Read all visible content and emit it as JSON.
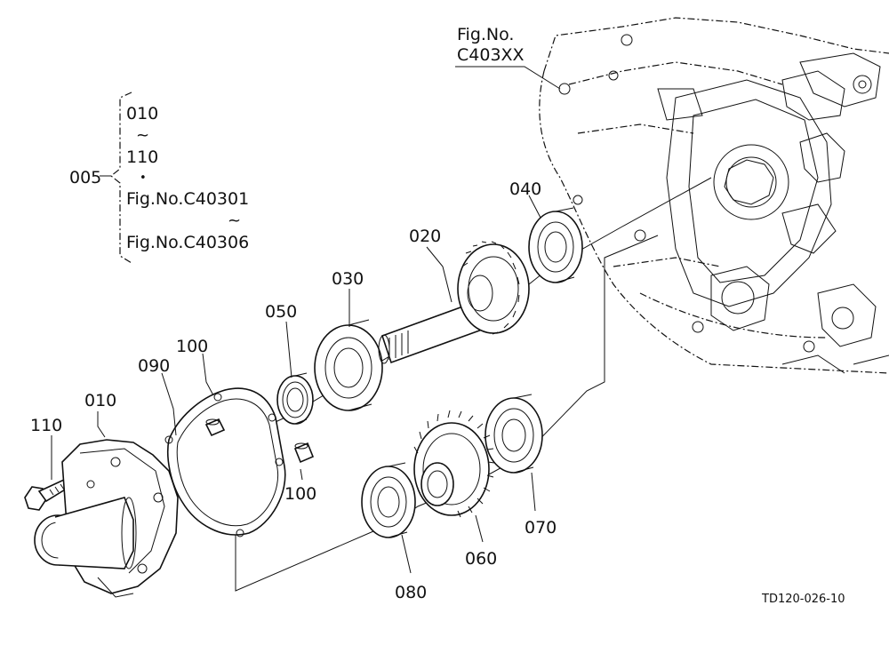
{
  "figure_ref": {
    "line1": "Fig.No.",
    "line2": "C403XX"
  },
  "assembly": {
    "number": "005",
    "line1": "010",
    "tilde1": "~",
    "line2": "110",
    "dot": "•",
    "line3": "Fig.No.C40301",
    "tilde2": "~",
    "line4": "Fig.No.C40306"
  },
  "parts": {
    "p010": "010",
    "p020": "020",
    "p030": "030",
    "p040": "040",
    "p050": "050",
    "p060": "060",
    "p070": "070",
    "p080": "080",
    "p090": "090",
    "p100a": "100",
    "p100b": "100",
    "p110": "110"
  },
  "drawing_code": "TD120-026-10"
}
